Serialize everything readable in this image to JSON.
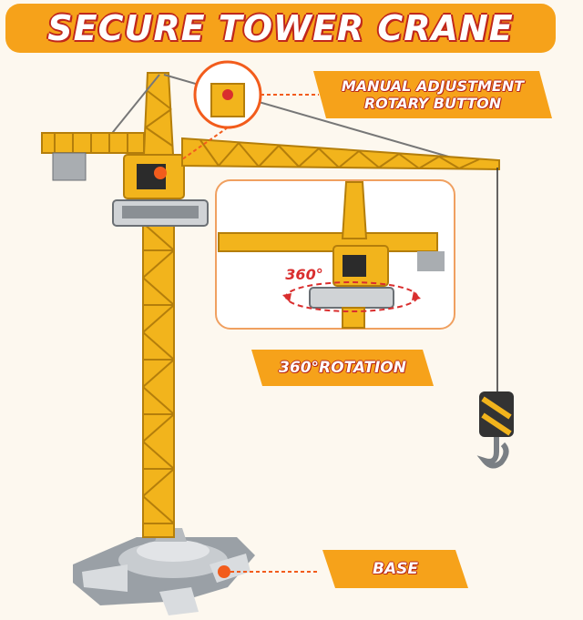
{
  "banner": {
    "title": "SECURE TOWER CRANE"
  },
  "callouts": {
    "manual": {
      "line1": "MANUAL ADJUSTMENT",
      "line2": "ROTARY BUTTON"
    },
    "rotation": {
      "label": "360°ROTATION"
    },
    "inset_degree": "360°",
    "base": {
      "label": "BASE"
    }
  },
  "colors": {
    "accent": "#f6a21a",
    "crane_yellow": "#f2b41c",
    "outline_red": "#c0271c",
    "background": "#fdf8ef"
  }
}
